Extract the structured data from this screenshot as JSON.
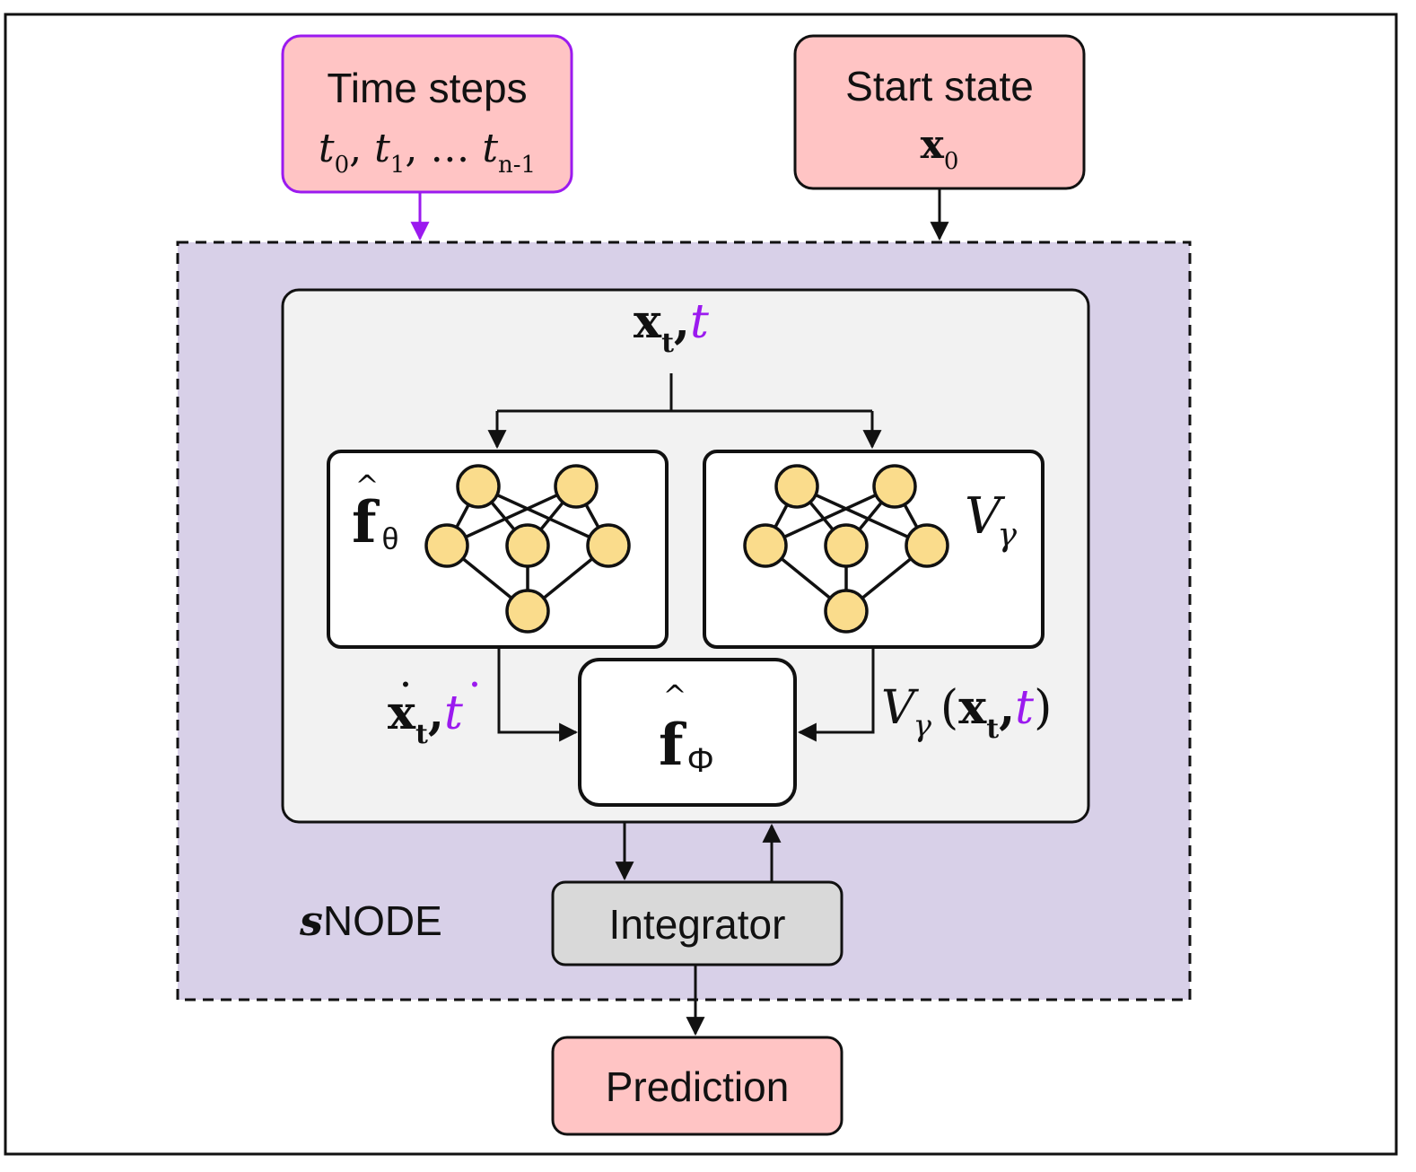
{
  "colors": {
    "input_box_fill": "#ffc4c4",
    "time_box_border": "#9b1aef",
    "accent_purple": "#9b1aef",
    "snode_fill": "#d8d0e8",
    "inner_panel_fill": "#f2f2f2",
    "network_box_fill": "#ffffff",
    "node_fill": "#fadc8c",
    "integrator_fill": "#d9d9d9",
    "line": "#111111"
  },
  "time_steps": {
    "title": "Time steps",
    "t0": "t",
    "t0_sub": "0",
    "t1": "t",
    "t1_sub": "1",
    "ellipsis": "…",
    "tn": "t",
    "tn_sub": "n-1",
    "comma": ","
  },
  "start_state": {
    "title": "Start state",
    "x": "x",
    "x_sub": "0"
  },
  "inner": {
    "input_x": "x",
    "input_x_sub": "t",
    "input_comma": ",",
    "input_t": "t"
  },
  "f_theta": {
    "hat": "^",
    "symbol": "f",
    "sub": "θ"
  },
  "v_gamma": {
    "symbol": "V",
    "sub": "γ"
  },
  "xdot": {
    "dot": "•",
    "x": "x",
    "x_sub": "t",
    "comma": ",",
    "t": "t",
    "t_dot": "•"
  },
  "v_output": {
    "symbol": "V",
    "sub": "γ",
    "open": "(",
    "x": "x",
    "x_sub": "t",
    "comma": ",",
    "t": "t",
    "close": ")"
  },
  "f_phi": {
    "hat": "^",
    "symbol": "f",
    "sub": "Φ"
  },
  "snode_label": {
    "s": "s",
    "rest": "NODE"
  },
  "integrator": {
    "label": "Integrator"
  },
  "prediction": {
    "label": "Prediction"
  },
  "icons": [
    "neural-network-icon",
    "neural-network-icon"
  ]
}
